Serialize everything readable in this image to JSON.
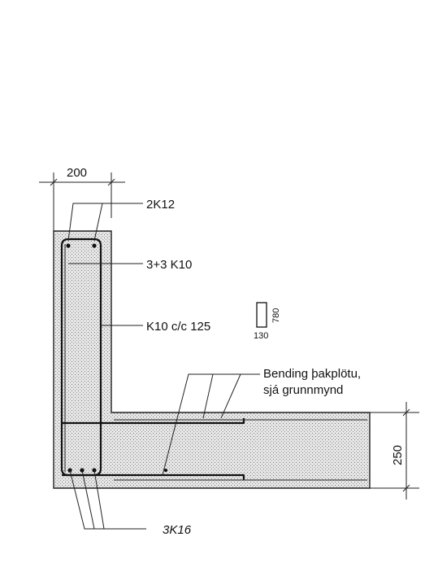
{
  "title": "",
  "dimensions": {
    "wall_thickness": "200",
    "slab_thickness": "250",
    "stirrup_width": "130",
    "stirrup_height": "780"
  },
  "labels": {
    "top_bars": "2K12",
    "side_bars": "3+3 K10",
    "stirrups": "K10 c/c 125",
    "slab_reinforcement_line1": "Bending þakplötu,",
    "slab_reinforcement_line2": "sjá grunnmynd",
    "bottom_bars": "3K16"
  },
  "colors": {
    "line": "#111111",
    "concrete_fill": "#dcdcdc",
    "background": "#ffffff"
  }
}
